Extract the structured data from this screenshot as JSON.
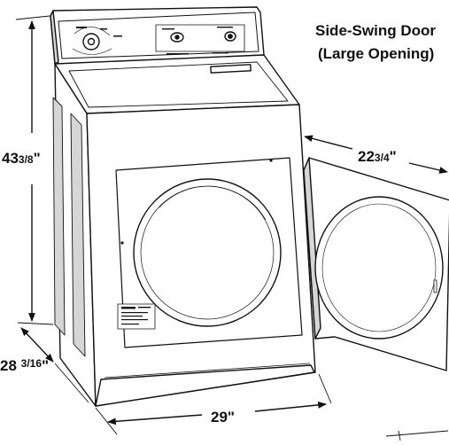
{
  "title": {
    "line1": "Side-Swing Door",
    "line2": "(Large Opening)"
  },
  "dimensions": {
    "height": {
      "whole": "43",
      "fraction": "3/8",
      "mark": "\""
    },
    "depth": {
      "whole": "28 ",
      "fraction": "3/16",
      "mark": "\""
    },
    "width": {
      "whole": "29",
      "mark": "\""
    },
    "door_clearance": {
      "whole": "22",
      "fraction": "3/4",
      "mark": "\""
    }
  },
  "colors": {
    "line": "#111111",
    "fill": "#ffffff",
    "shade": "#d6d6d6"
  }
}
